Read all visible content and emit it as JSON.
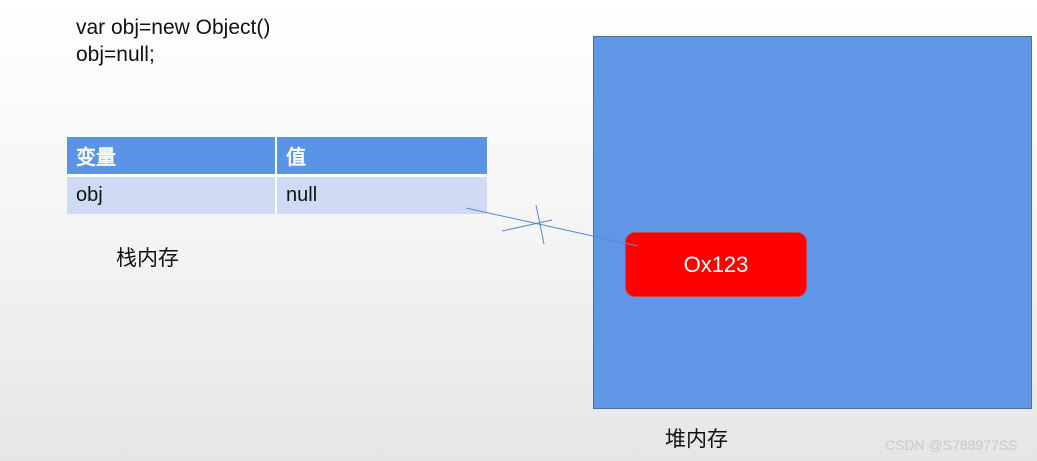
{
  "code": {
    "line1": "var obj=new Object()",
    "line2": "obj=null;"
  },
  "stack": {
    "headers": [
      "变量",
      "值"
    ],
    "rows": [
      {
        "variable": "obj",
        "value": "null"
      }
    ],
    "label": "栈内存"
  },
  "heap": {
    "object_address": "Ox123",
    "label": "堆内存"
  },
  "reference": {
    "status": "broken"
  },
  "colors": {
    "table_header": "#5b93e6",
    "table_row": "#cfdbf4",
    "heap": "#6096e6",
    "object": "#ff0000",
    "pointer_line": "#5a86d6"
  },
  "watermark": "CSDN @S788977SS"
}
